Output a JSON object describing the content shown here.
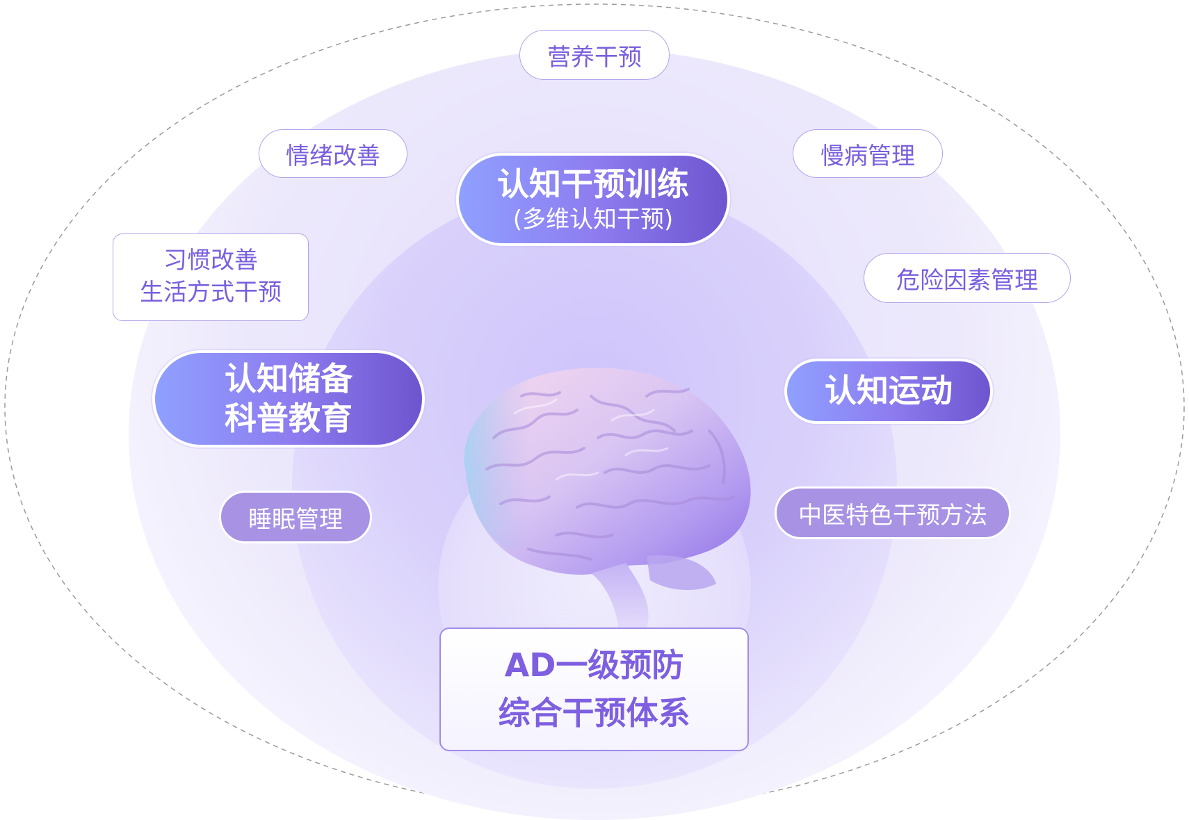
{
  "colors": {
    "accent_purple": "#7a5fde",
    "outline_border": "#b3a3ec",
    "filled_pill": "#a792e4",
    "gradient_start": "#8fa0ff",
    "gradient_end": "#6e55cf"
  },
  "icons": {
    "brain": "brain-illustration"
  },
  "nodes": {
    "nutrition": "营养干预",
    "emotion": "情绪改善",
    "chronic": "慢病管理",
    "habit_line1": "习惯改善",
    "habit_line2": "生活方式干预",
    "risk": "危险因素管理",
    "sleep": "睡眠管理",
    "tcm": "中医特色干预方法"
  },
  "major": {
    "training_title": "认知干预训练",
    "training_sub": "(多维认知干预)",
    "reserve_line1": "认知储备",
    "reserve_line2": "科普教育",
    "exercise": "认知运动"
  },
  "core": {
    "line1": "AD一级预防",
    "line2": "综合干预体系"
  }
}
